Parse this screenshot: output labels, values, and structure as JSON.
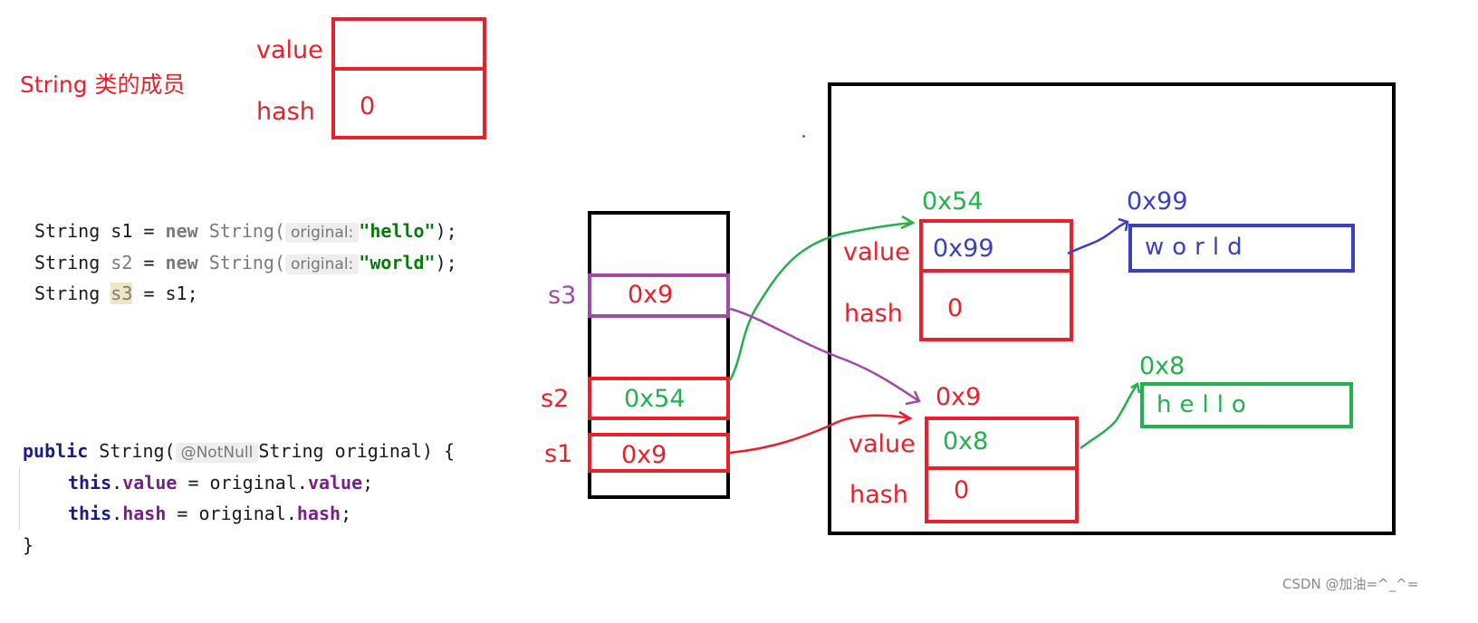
{
  "title": "String 类的成员",
  "members": {
    "value_label": "value",
    "hash_label": "hash",
    "hash_val": "0"
  },
  "code": {
    "line1": {
      "kw_string": "String",
      "var": "s1",
      "eq": "=",
      "kw_new": "new",
      "cls": "String(",
      "hint": "original:",
      "arg": "\"hello\"",
      "end": ");"
    },
    "line2": {
      "kw_string": "String",
      "var": "s2",
      "eq": "=",
      "kw_new": "new",
      "cls": "String(",
      "hint": "original:",
      "arg": "\"world\"",
      "end": ");"
    },
    "line3": {
      "kw_string": "String",
      "var": "s3",
      "rest": "= s1;"
    },
    "ctor": {
      "sig1": "public",
      "sig2": "String(",
      "annotation": "@NotNull",
      "sig3": "String original) {",
      "l2_this": "this",
      "l2_dot": ".",
      "l2_field": "value",
      "l2_rest": " = original.",
      "l2_field2": "value",
      "l2_end": ";",
      "l3_this": "this",
      "l3_dot": ".",
      "l3_field": "hash",
      "l3_rest": " = original.",
      "l3_field2": "hash",
      "l3_end": ";",
      "close": "}"
    }
  },
  "stack": {
    "s3": {
      "name": "s3",
      "val": "0x9"
    },
    "s2": {
      "name": "s2",
      "val": "0x54"
    },
    "s1": {
      "name": "s1",
      "val": "0x9"
    }
  },
  "heap": {
    "obj54": {
      "addr": "0x54",
      "value_label": "value",
      "value": "0x99",
      "hash_label": "hash",
      "hash": "0"
    },
    "obj9": {
      "addr": "0x9",
      "value_label": "value",
      "value": "0x8",
      "hash_label": "hash",
      "hash": "0"
    },
    "arr99": {
      "addr": "0x99",
      "content": "world"
    },
    "arr8": {
      "addr": "0x8",
      "content": "hello"
    }
  },
  "watermark": "CSDN @加油=^_^=",
  "colors": {
    "red": "#e8202a",
    "green": "#22b14c",
    "blue": "#3b3fc4",
    "purple": "#a04aa6",
    "black": "#000000"
  }
}
